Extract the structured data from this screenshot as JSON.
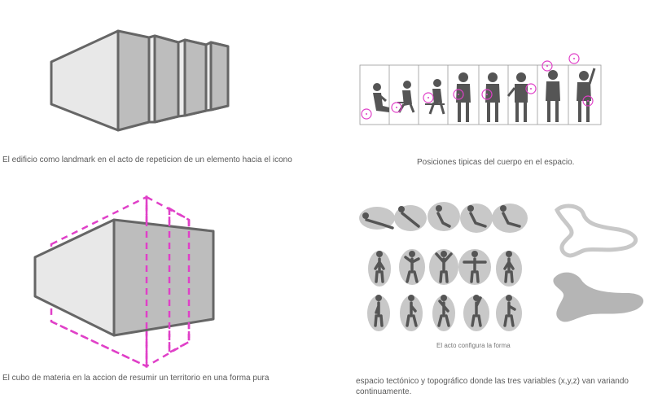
{
  "captions": {
    "top_left": "El edificio como landmark en el acto de repeticion de un elemento hacia el icono",
    "top_right": "Posiciones tipicas del cuerpo en el espacio.",
    "bottom_left": "El cubo de materia en la accion de resumir un territorio en una forma pura",
    "bottom_right_inner": "El acto configura la forma",
    "bottom_right": "espacio tectónico y topográfico donde las tres variables (x,y,z) van variando continuamente."
  },
  "colors": {
    "stroke": "#666666",
    "face_light": "#e6e6e6",
    "face_dark": "#bdbdbd",
    "accent": "#e040c8",
    "figure": "#555555",
    "blob": "#c8c8c8"
  }
}
